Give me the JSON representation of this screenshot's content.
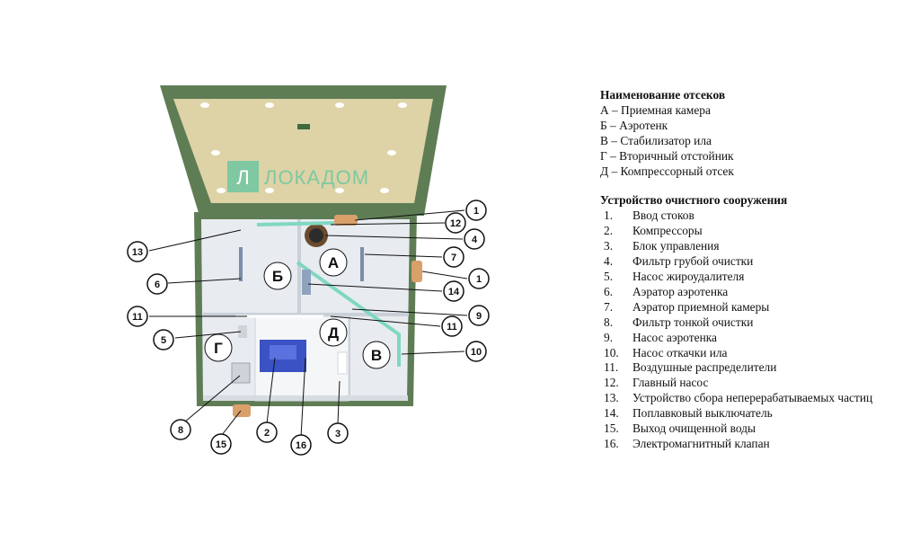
{
  "logo": {
    "text": "ЛОКАДОМ",
    "glyph": "Л"
  },
  "chambers": [
    {
      "id": "A",
      "letter": "А"
    },
    {
      "id": "B",
      "letter": "Б"
    },
    {
      "id": "V",
      "letter": "В"
    },
    {
      "id": "G",
      "letter": "Г"
    },
    {
      "id": "D",
      "letter": "Д"
    }
  ],
  "callouts": {
    "c1_top": "1",
    "c12": "12",
    "c4": "4",
    "c7": "7",
    "c1_right": "1",
    "c14": "14",
    "c9": "9",
    "c11_right": "11",
    "c10": "10",
    "c3": "3",
    "c16": "16",
    "c2": "2",
    "c15": "15",
    "c8": "8",
    "c5": "5",
    "c11_left": "11",
    "c6": "6",
    "c13": "13"
  },
  "legend": {
    "compartments_heading": "Наименование отсеков",
    "compartments": [
      "А – Приемная камера",
      "Б – Аэротенк",
      "В – Стабилизатор ила",
      "Г – Вторичный отстойник",
      "Д – Компрессорный отсек"
    ],
    "devices_heading": "Устройство очистного сооружения",
    "devices": [
      {
        "num": "1.",
        "text": "Ввод стоков"
      },
      {
        "num": "2.",
        "text": "Компрессоры"
      },
      {
        "num": "3.",
        "text": "Блок управления"
      },
      {
        "num": "4.",
        "text": "Фильтр грубой очистки"
      },
      {
        "num": "5.",
        "text": "Насос жироудалителя"
      },
      {
        "num": "6.",
        "text": "Аэратор аэротенка"
      },
      {
        "num": "7.",
        "text": "Аэратор приемной камеры"
      },
      {
        "num": "8.",
        "text": "Фильтр тонкой очистки"
      },
      {
        "num": "9.",
        "text": "Насос аэротенка"
      },
      {
        "num": "10.",
        "text": "Насос откачки ила"
      },
      {
        "num": "11.",
        "text": "Воздушные распределители"
      },
      {
        "num": "12.",
        "text": "Главный насос"
      },
      {
        "num": "13.",
        "text": "Устройство сбора неперерабатываемых частиц"
      },
      {
        "num": "14.",
        "text": "Поплавковый выключатель"
      },
      {
        "num": "15.",
        "text": "Выход очищенной воды"
      },
      {
        "num": "16.",
        "text": "Электромагнитный клапан"
      }
    ]
  },
  "colors": {
    "housing": "#5f7d55",
    "housing_dark": "#4a6342",
    "lid_inner": "#ddd3a6",
    "tank_interior": "#e8ecf1",
    "pipe": "#7fd8c0",
    "compressor": "#3a52c4",
    "logo": "#7fc8a2"
  }
}
